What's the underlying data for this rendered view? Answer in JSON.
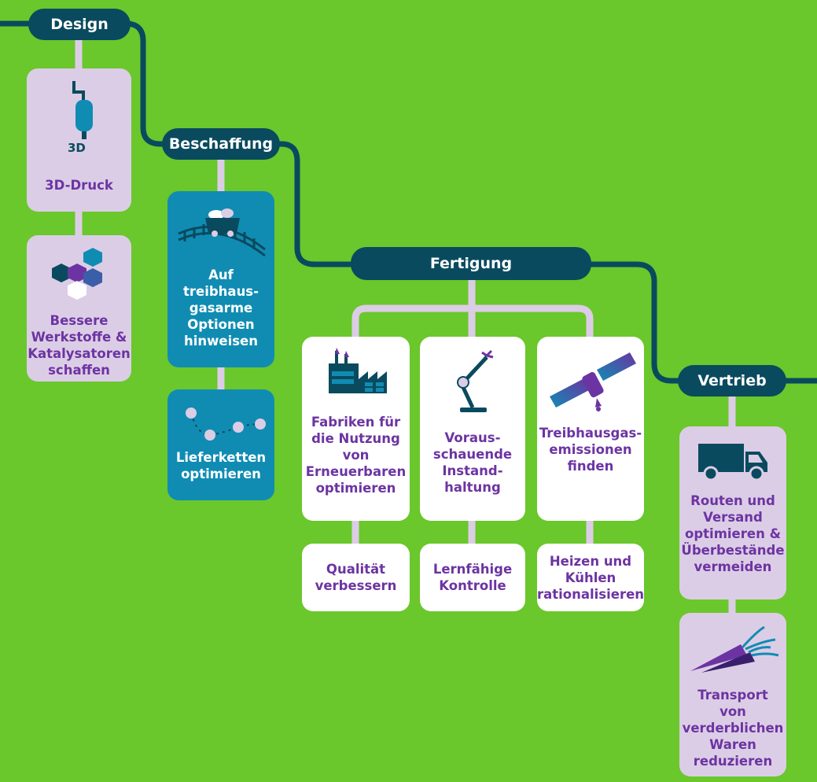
{
  "colors": {
    "background": "#6ac72c",
    "stage_fill": "#0a4a5e",
    "connector": "#dccde6",
    "card_lavender": "#dccde6",
    "card_blue": "#108cb3",
    "card_white": "#ffffff",
    "text_purple": "#6c34a2"
  },
  "stages": {
    "design": "Design",
    "beschaffung": "Beschaffung",
    "fertigung": "Fertigung",
    "vertrieb": "Vertrieb"
  },
  "cards": {
    "druck3d": {
      "label": "3D-Druck",
      "icon": "3d-printer-icon",
      "icon_text": "3D"
    },
    "werkstoffe": {
      "label": "Bessere\nWerkstoffe &\nKatalysatoren\nschaffen",
      "icon": "hexagons-icon"
    },
    "optionen": {
      "label": "Auf\ntreibhaus-\ngasarme\nOptionen\nhinweisen",
      "icon": "mine-cart-icon"
    },
    "lieferketten": {
      "label": "Lieferketten\noptimieren",
      "icon": "dotted-path-icon"
    },
    "fabriken": {
      "label": "Fabriken für\ndie Nutzung\nvon\nErneuerbaren\noptimieren",
      "icon": "factory-icon"
    },
    "instandhaltung": {
      "label": "Voraus-\nschauende\nInstand-\nhaltung",
      "icon": "robot-arm-icon"
    },
    "emissionen": {
      "label": "Treibhausgas-\nemissionen\nfinden",
      "icon": "satellite-icon"
    },
    "qualitaet": {
      "label": "Qualität\nverbessern"
    },
    "kontrolle": {
      "label": "Lernfähige\nKontrolle"
    },
    "heizen": {
      "label": "Heizen und\nKühlen\nrationalisieren"
    },
    "routen": {
      "label": "Routen und\nVersand\noptimieren &\nÜberbestände\nvermeiden",
      "icon": "truck-icon"
    },
    "transport": {
      "label": "Transport\nvon\nverderblichen\nWaren\nreduzieren",
      "icon": "carrots-icon"
    }
  }
}
